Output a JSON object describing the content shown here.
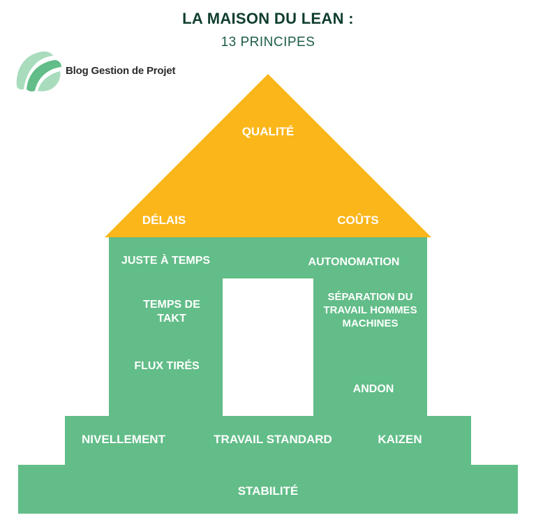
{
  "header": {
    "title": "LA MAISON DU LEAN :",
    "subtitle": "13 PRINCIPES"
  },
  "logo": {
    "text": "Blog Gestion de Projet"
  },
  "roof": {
    "top": "QUALITÉ",
    "left": "DÉLAIS",
    "right": "COÛTS"
  },
  "left_pillar": {
    "item1": "JUSTE À TEMPS",
    "item2": "TEMPS DE TAKT",
    "item3": "FLUX TIRÉS"
  },
  "right_pillar": {
    "item1": "AUTONOMATION",
    "item2": "SÉPARATION DU TRAVAIL HOMMES MACHINES",
    "item3": "ANDON"
  },
  "base": {
    "left": "NIVELLEMENT",
    "center": "TRAVAIL STANDARD",
    "right": "KAIZEN"
  },
  "foundation": {
    "label": "STABILITÉ"
  },
  "colors": {
    "roof": "#fbb61a",
    "green": "#62bd88",
    "title": "#0f3d2e",
    "logo_light": "#a8dcbd",
    "logo_dark": "#62bd88"
  }
}
